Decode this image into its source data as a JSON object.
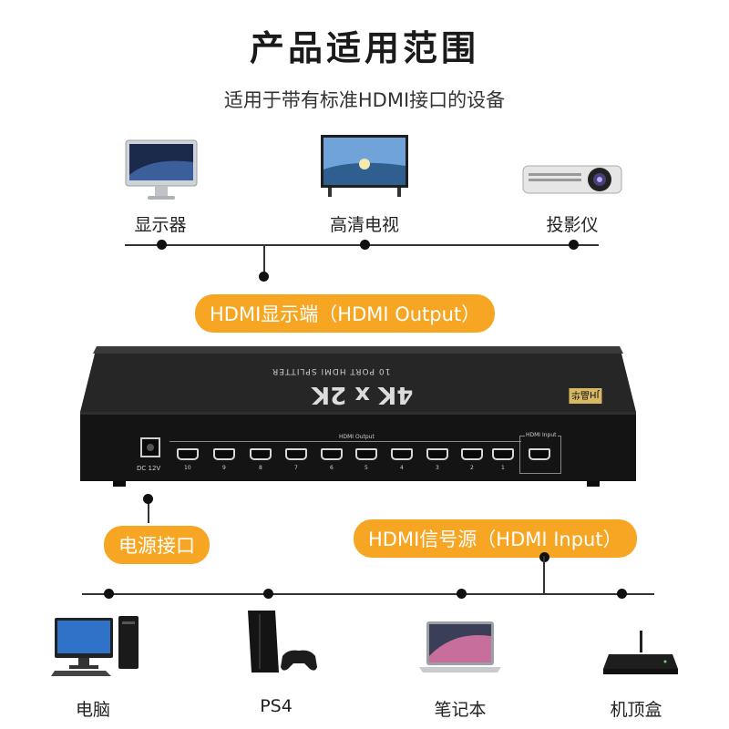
{
  "title": "产品适用范围",
  "subtitle": "适用于带有标准HDMI接口的设备",
  "top_devices": [
    {
      "label": "显示器",
      "icon": "monitor-icon"
    },
    {
      "label": "高清电视",
      "icon": "tv-icon"
    },
    {
      "label": "投影仪",
      "icon": "projector-icon"
    }
  ],
  "output_pill": "HDMI显示端（HDMI Output）",
  "splitter": {
    "model_text": "4K x 2K",
    "series_text": "10 PORT HDMI SPLITTER",
    "brand_text": "JH晶华",
    "output_group_label": "HDMI Output",
    "input_group_label": "HDMI Input",
    "dc_label": "DC 12V",
    "port_numbers": [
      "10",
      "9",
      "8",
      "7",
      "6",
      "5",
      "4",
      "3",
      "2",
      "1"
    ],
    "colors": {
      "body": "#141414",
      "accent": "#f6a623"
    }
  },
  "power_pill": "电源接口",
  "input_pill": "HDMI信号源（HDMI Input）",
  "bottom_devices": [
    {
      "label": "电脑",
      "icon": "desktop-computer-icon"
    },
    {
      "label": "PS4",
      "icon": "ps4-icon"
    },
    {
      "label": "笔记本",
      "icon": "laptop-icon"
    },
    {
      "label": "机顶盒",
      "icon": "set-top-box-icon"
    }
  ]
}
